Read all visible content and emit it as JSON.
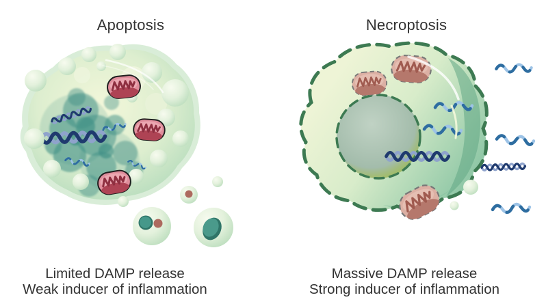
{
  "page": {
    "background": "#ffffff"
  },
  "panels": [
    {
      "id": "apoptosis",
      "title": "Apoptosis",
      "caption": [
        "Limited DAMP release",
        "Weak inducer of inflammation"
      ]
    },
    {
      "id": "necroptosis",
      "title": "Necroptosis",
      "caption": [
        "Massive DAMP release",
        "Strong inducer of inflammation"
      ]
    }
  ],
  "icons": [
    "mitochondrion-icon",
    "dna-helix-icon",
    "rna-squiggle-icon",
    "apoptotic-body-icon",
    "membrane-bleb-icon",
    "nucleus-icon",
    "nucleus-fragment-icon",
    "vesicle-icon",
    "dashed-membrane"
  ],
  "colors": {
    "text": "#333333",
    "cell_body_light": "#f1f6da",
    "cell_body_green": "#9ed0b2",
    "cell_halo": "#c9e5c8",
    "membrane_dashed_green": "#3d7a52",
    "nucleus_teal": "#3e8f85",
    "nucleus_gray_green": "#9fb8a9",
    "mitochondria_pink": "#e08e9c",
    "mitochondria_dark_red": "#ae4354",
    "mitochondria_pale_pink": "#dcb0a4",
    "mitochondria_pale_inner": "#b5786c",
    "dna_dark_blue": "#1f3a6e",
    "dna_light_blue": "#8fa3cc",
    "rna_dark_blue": "#2e6da0",
    "rna_light_blue": "#9dc3e6",
    "apoptotic_dot_red": "#ad6a5f"
  }
}
